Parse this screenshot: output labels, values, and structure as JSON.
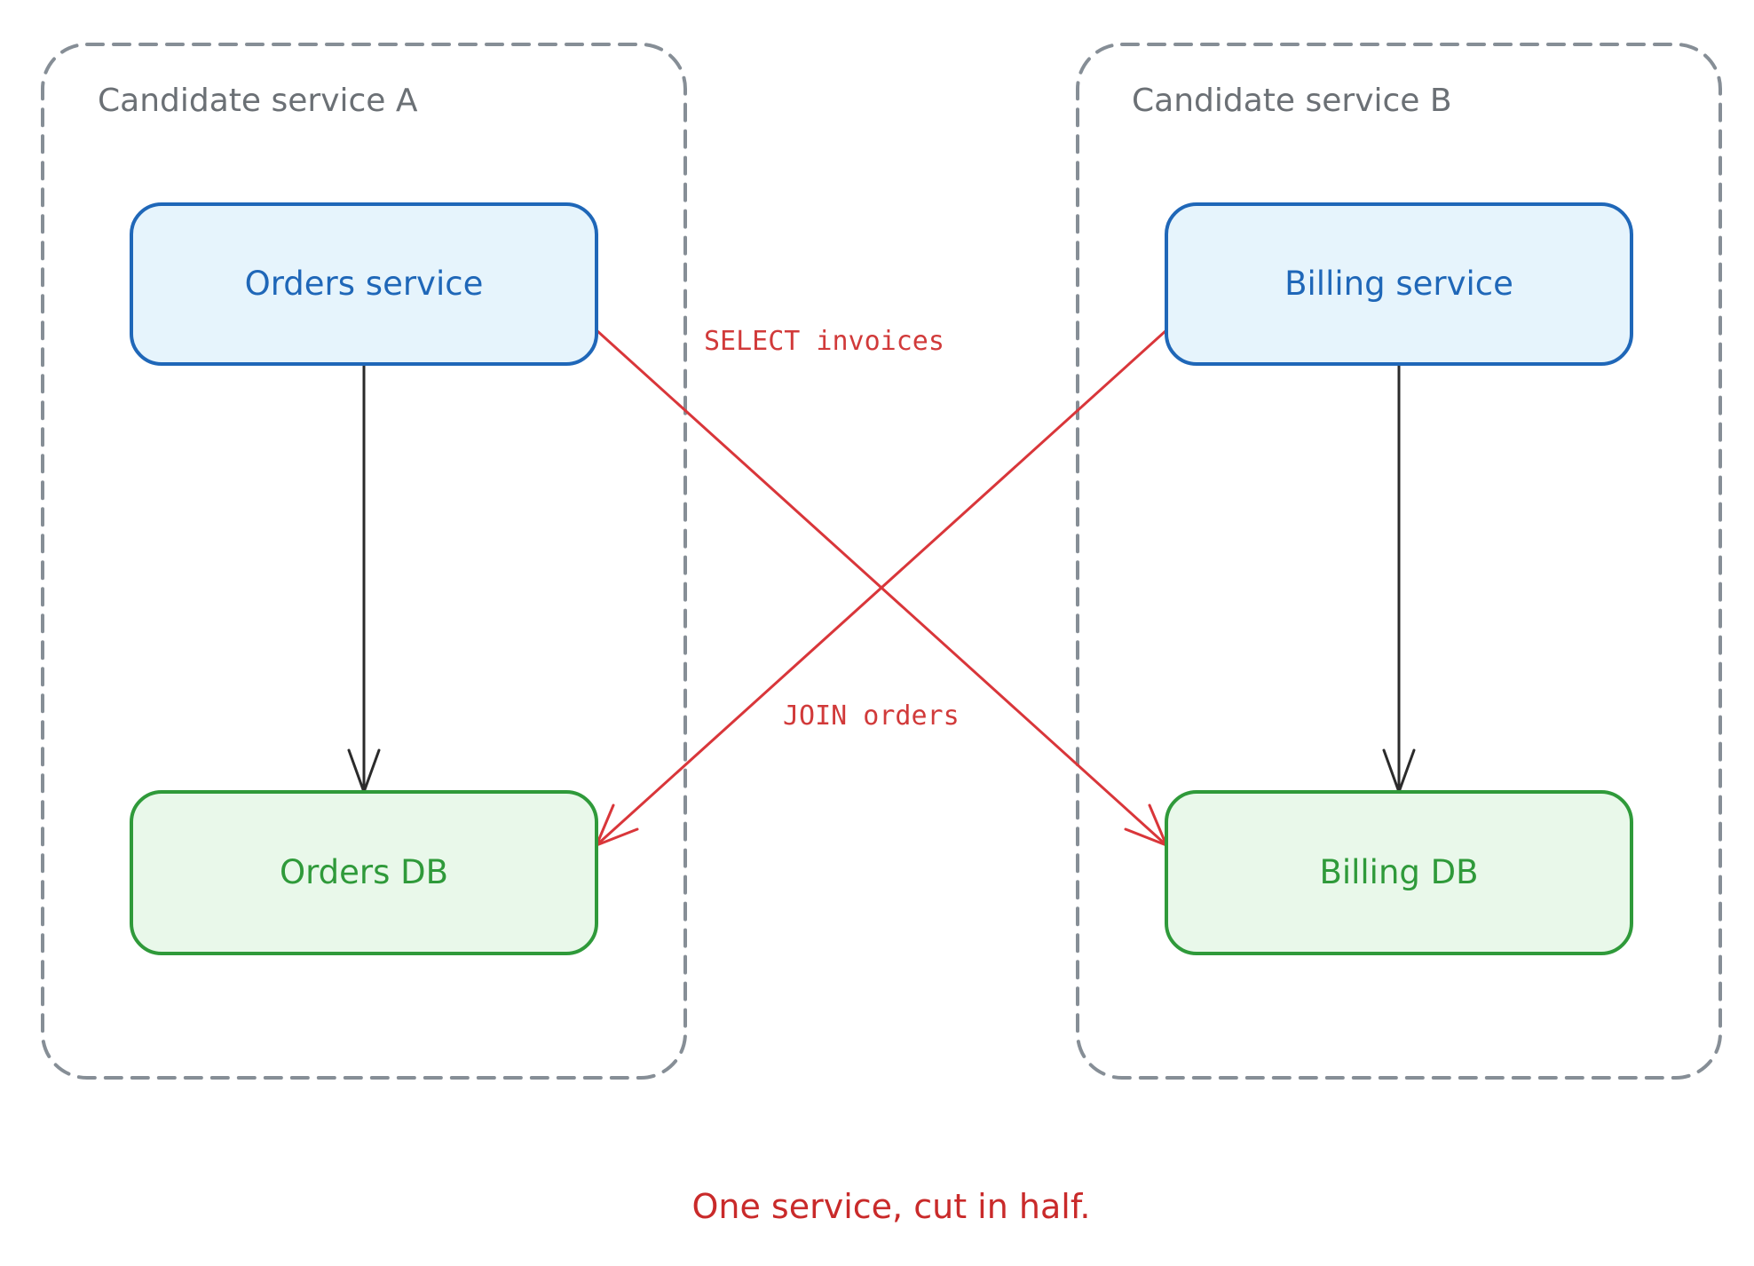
{
  "groups": [
    {
      "title": "Candidate service A"
    },
    {
      "title": "Candidate service B"
    }
  ],
  "services": [
    {
      "label": "Orders service"
    },
    {
      "label": "Billing service"
    }
  ],
  "databases": [
    {
      "label": "Orders DB"
    },
    {
      "label": "Billing DB"
    }
  ],
  "edges": [
    {
      "from": "Orders service",
      "to": "Orders DB",
      "label": ""
    },
    {
      "from": "Billing service",
      "to": "Billing DB",
      "label": ""
    },
    {
      "from": "Orders service",
      "to": "Billing DB",
      "label": "SELECT invoices"
    },
    {
      "from": "Billing service",
      "to": "Orders DB",
      "label": "JOIN orders"
    }
  ],
  "caption": "One service, cut in half.",
  "colors": {
    "group_border": "#868e96",
    "service_stroke": "#1f67b8",
    "service_fill": "#e6f4fc",
    "db_stroke": "#2f9a3a",
    "db_fill": "#e9f8ea",
    "cross_dependency": "#d9363a",
    "own_dependency": "#2b2b2b",
    "caption": "#c92a2a"
  }
}
